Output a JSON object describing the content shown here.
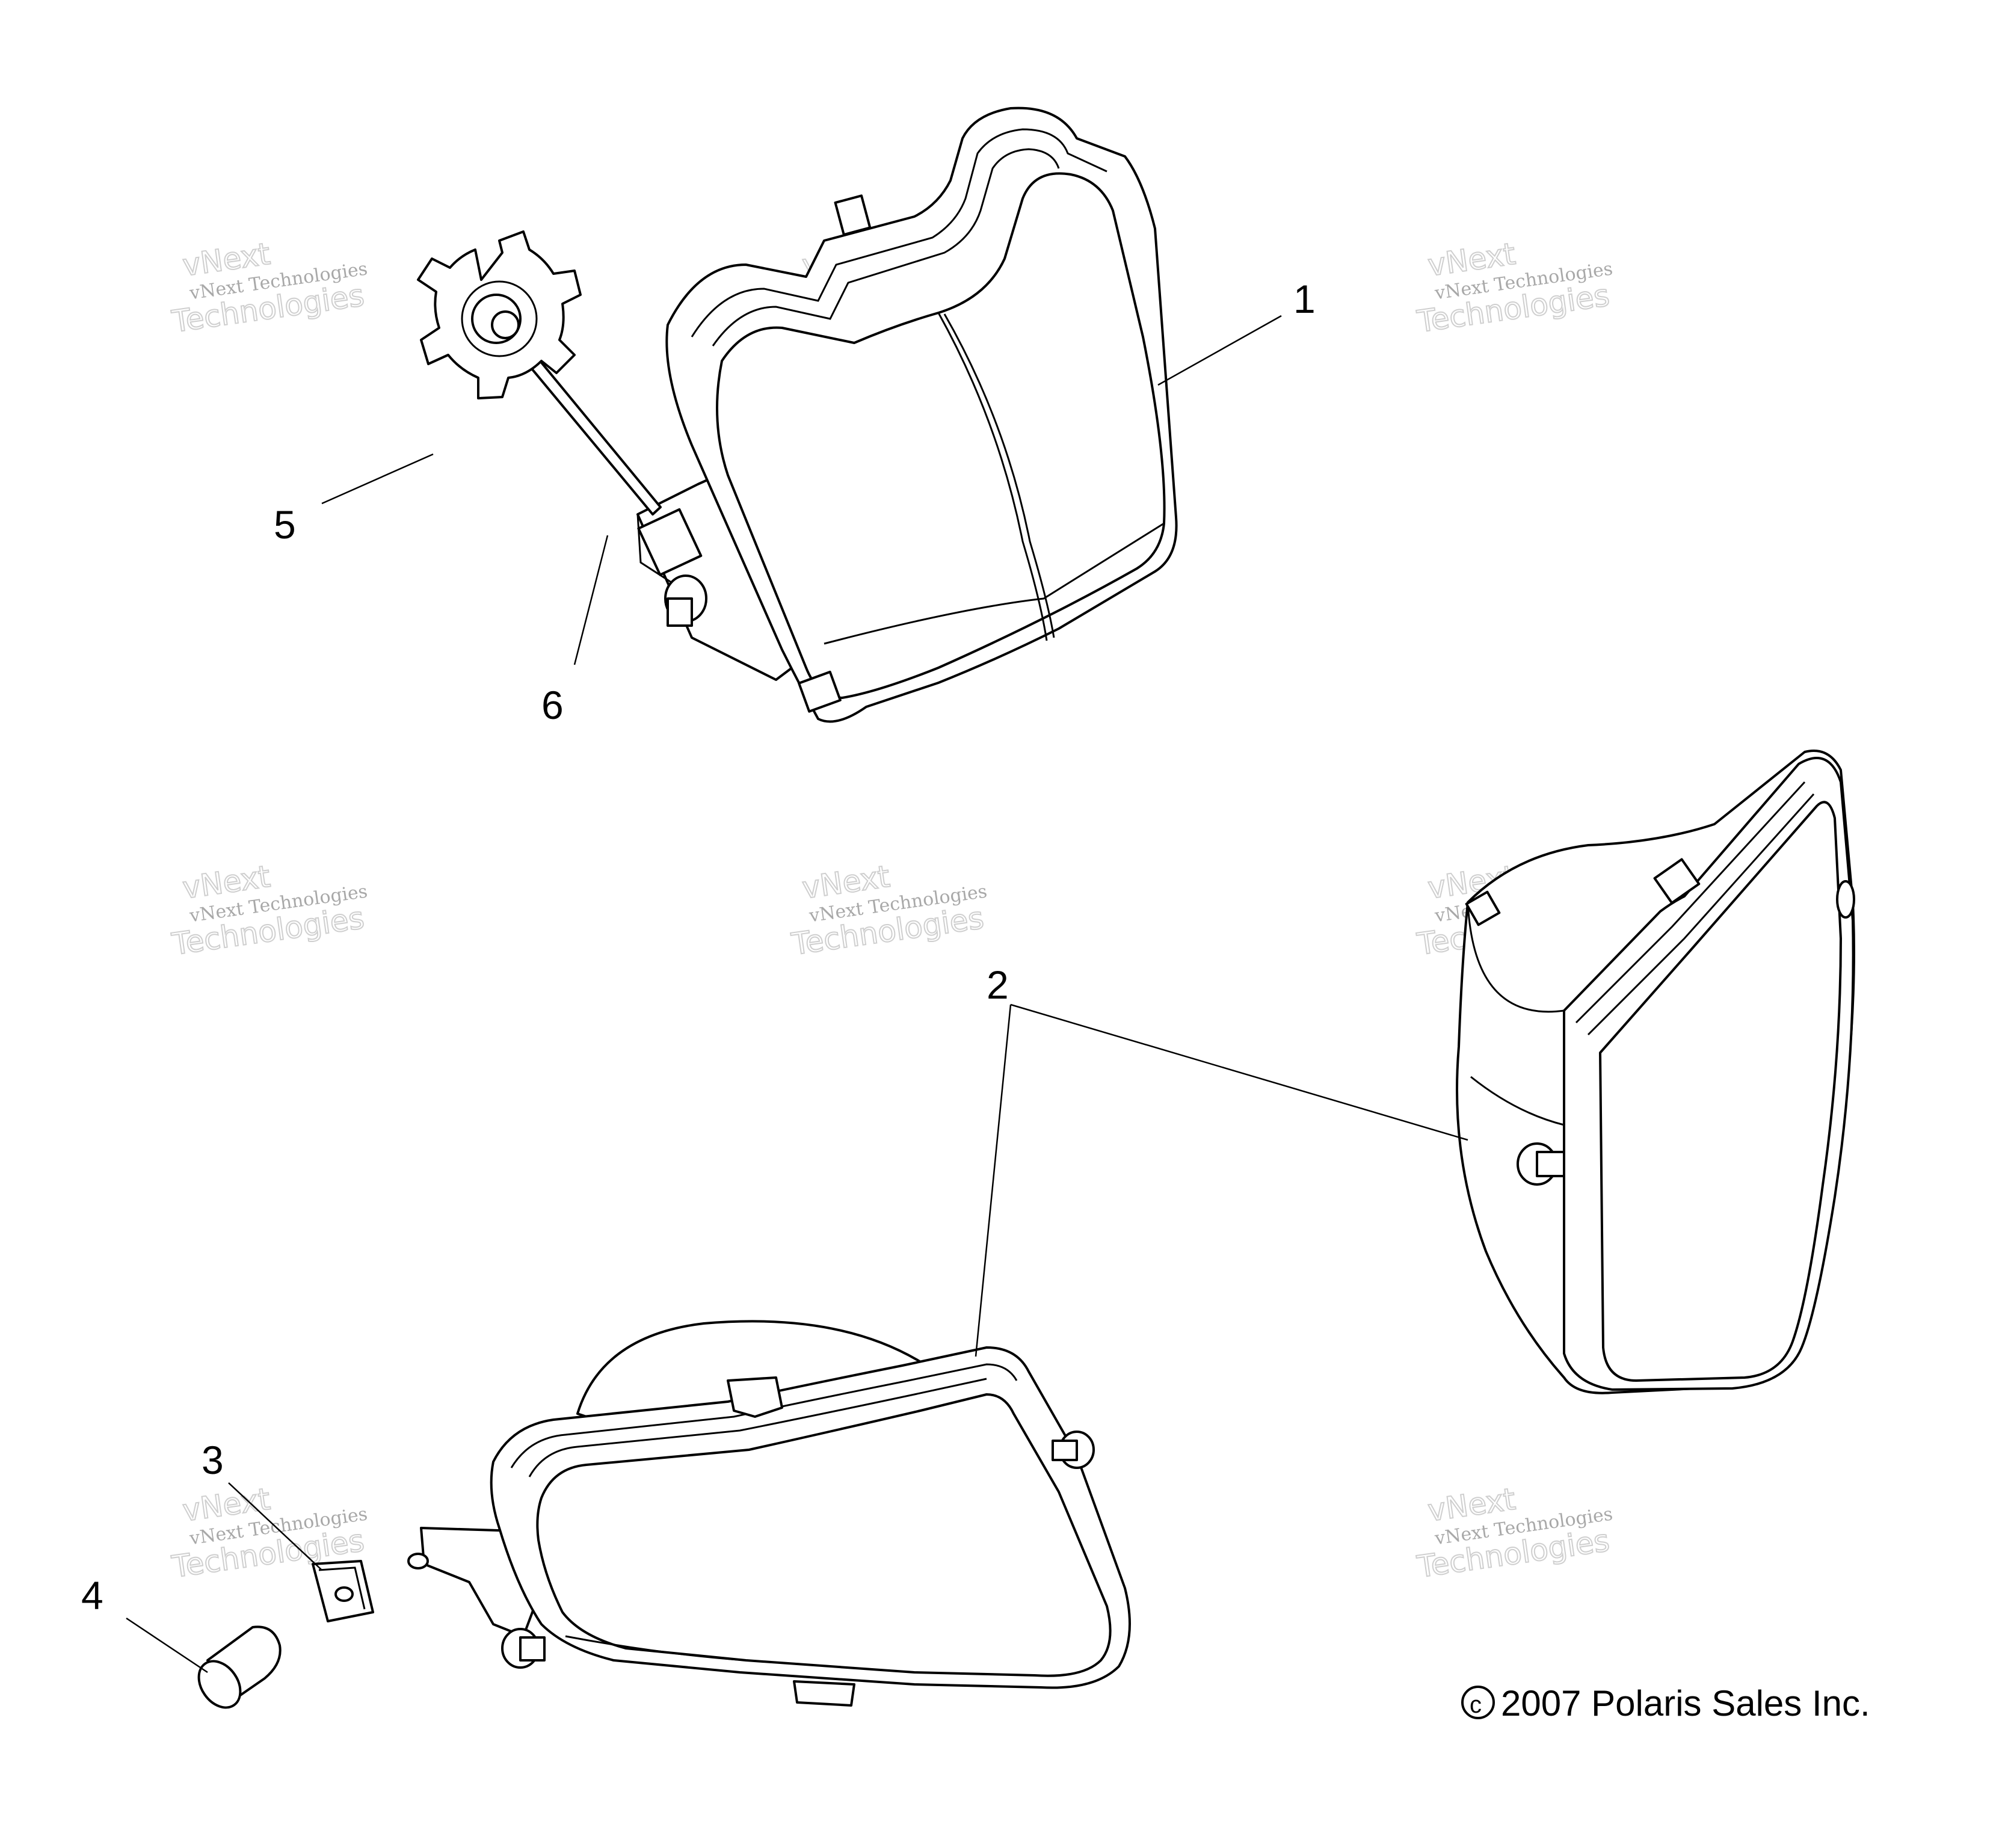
{
  "callouts": {
    "c1": "1",
    "c2": "2",
    "c3": "3",
    "c4": "4",
    "c5": "5",
    "c6": "6"
  },
  "copyright": {
    "symbol": "c",
    "text": "2007 Polaris Sales Inc."
  },
  "watermark": {
    "line1": "vNext Technologies",
    "line2": "vNext",
    "line3": "Technologies"
  }
}
